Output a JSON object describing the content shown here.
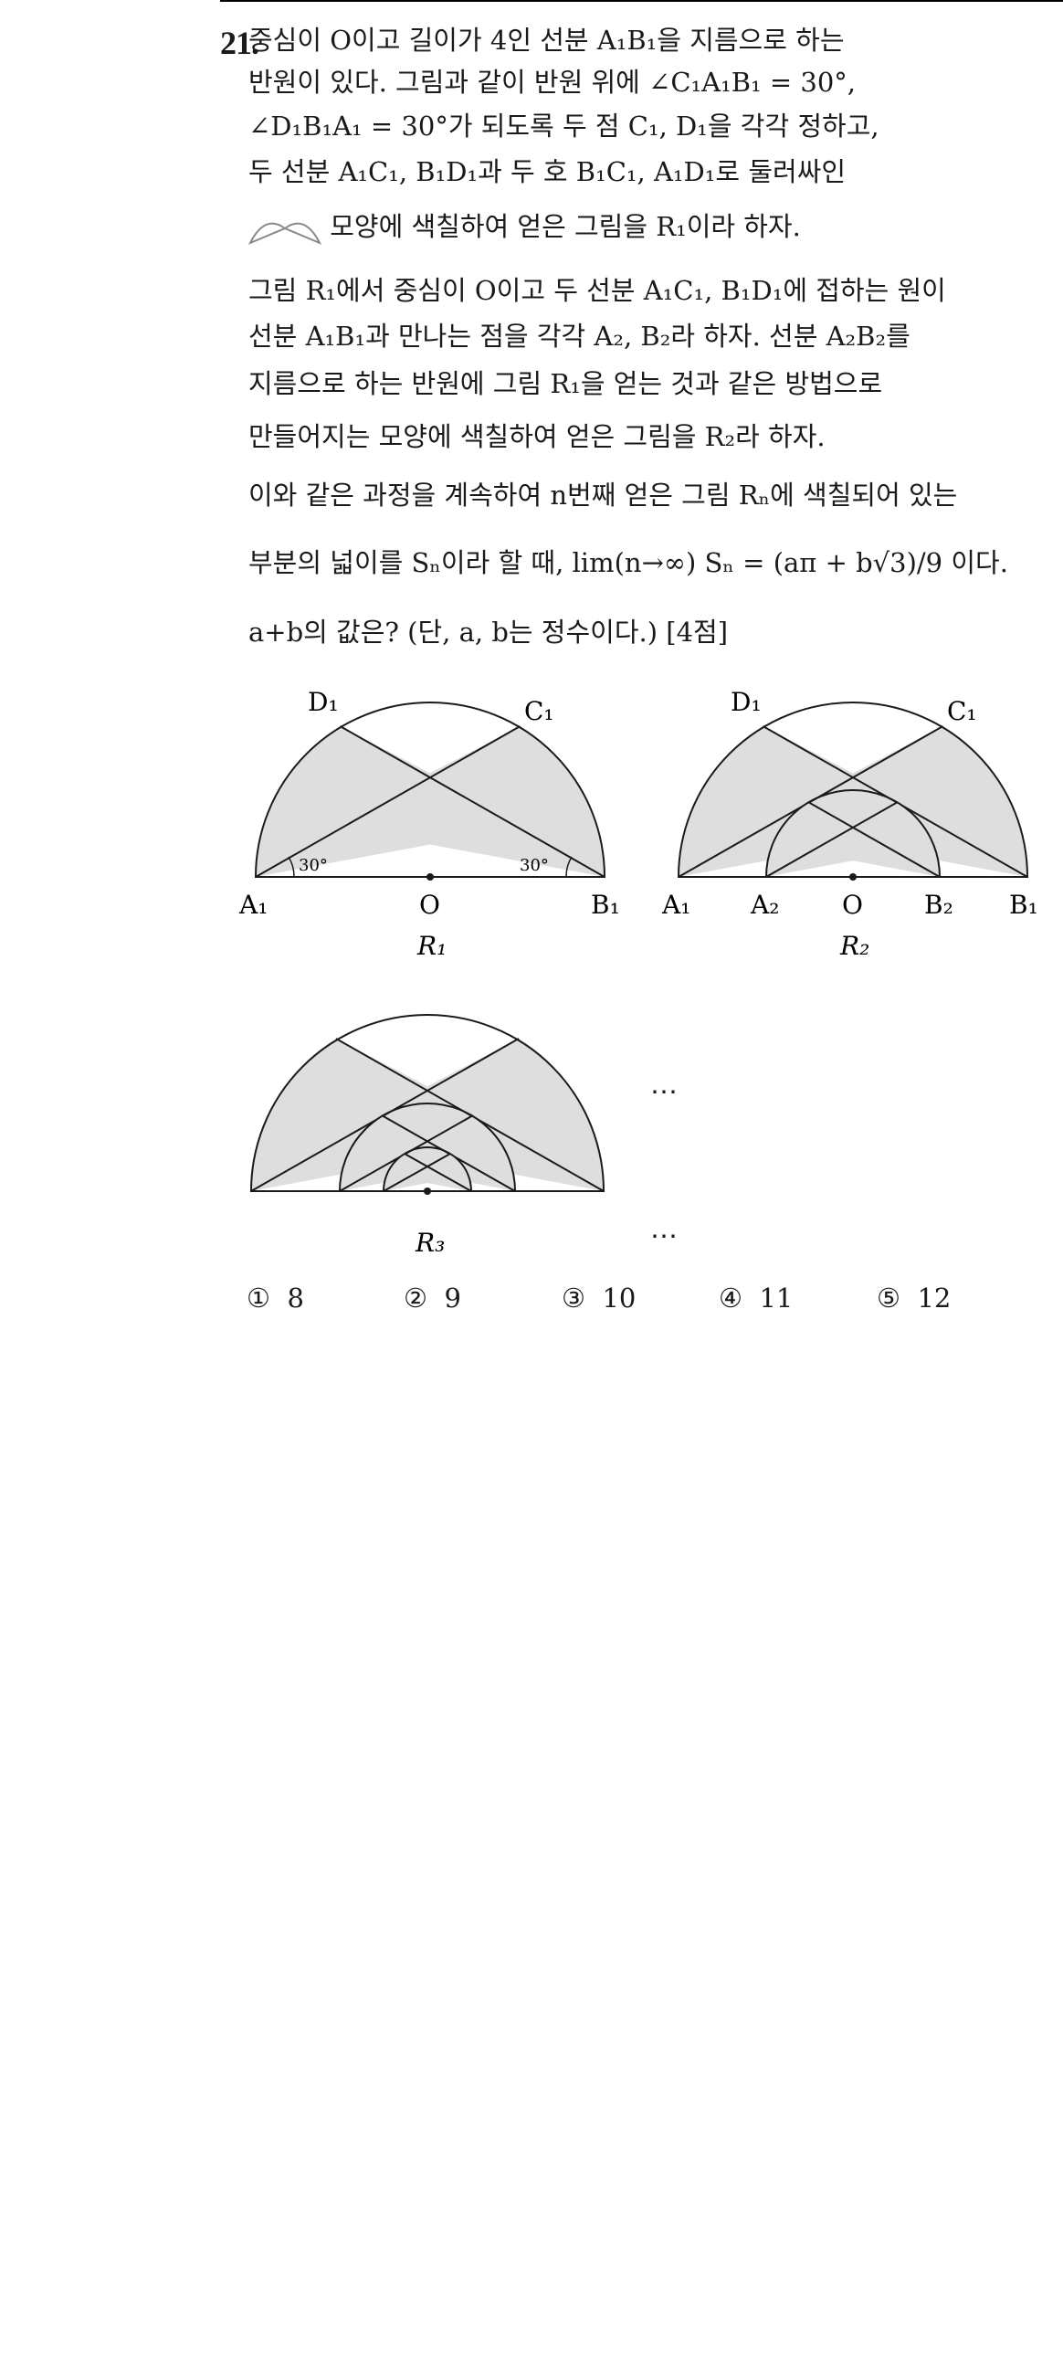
{
  "question": {
    "number": "21.",
    "lines": {
      "l1": "중심이 O이고 길이가 4인 선분 A₁B₁을 지름으로 하는",
      "l2": "반원이 있다. 그림과 같이 반원 위에 ∠C₁A₁B₁ = 30°,",
      "l3": "∠D₁B₁A₁ = 30°가 되도록 두 점 C₁, D₁을 각각 정하고,",
      "l4": "두 선분 A₁C₁, B₁D₁과 두 호 B₁C₁, A₁D₁로 둘러싸인",
      "l5": "모양에 색칠하여 얻은 그림을 R₁이라 하자.",
      "l6": "그림 R₁에서 중심이 O이고 두 선분 A₁C₁, B₁D₁에 접하는 원이",
      "l7": "선분 A₁B₁과 만나는 점을 각각 A₂, B₂라 하자. 선분 A₂B₂를",
      "l8": "지름으로 하는 반원에 그림 R₁을 얻는 것과 같은 방법으로",
      "l9": "만들어지는 모양에 색칠하여 얻은 그림을 R₂라 하자.",
      "l10": "이와 같은 과정을 계속하여 n번째 얻은 그림 Rₙ에 색칠되어 있는",
      "l11": "부분의 넓이를 Sₙ이라 할 때, lim(n→∞) Sₙ = (aπ + b√3)/9 이다.",
      "l12": "a+b의 값은? (단, a, b는 정수이다.) [4점]"
    },
    "points": "[4점]"
  },
  "figures": {
    "r1": {
      "label": "R₁",
      "labels": [
        "D₁",
        "C₁",
        "A₁",
        "O",
        "B₁"
      ],
      "angle_label": "30°"
    },
    "r2": {
      "label": "R₂",
      "labels": [
        "D₁",
        "C₁",
        "A₁",
        "A₂",
        "O",
        "B₂",
        "B₁"
      ]
    },
    "r3": {
      "label": "R₃"
    },
    "ellipsis": "⋯"
  },
  "choices": [
    {
      "mark": "①",
      "value": "8"
    },
    {
      "mark": "②",
      "value": "9"
    },
    {
      "mark": "③",
      "value": "10"
    },
    {
      "mark": "④",
      "value": "11"
    },
    {
      "mark": "⑤",
      "value": "12"
    }
  ],
  "colors": {
    "shade": "#dedede",
    "stroke": "#1a1a1a"
  }
}
